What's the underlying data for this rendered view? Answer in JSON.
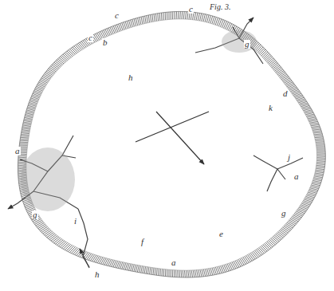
{
  "diagram": {
    "caption": "Fig. 3.",
    "labels": [
      "c",
      "c",
      "c",
      "b",
      "g",
      "h",
      "d",
      "k",
      "a",
      "g",
      "i",
      "h",
      "f",
      "j",
      "a",
      "g",
      "e",
      "a"
    ]
  }
}
